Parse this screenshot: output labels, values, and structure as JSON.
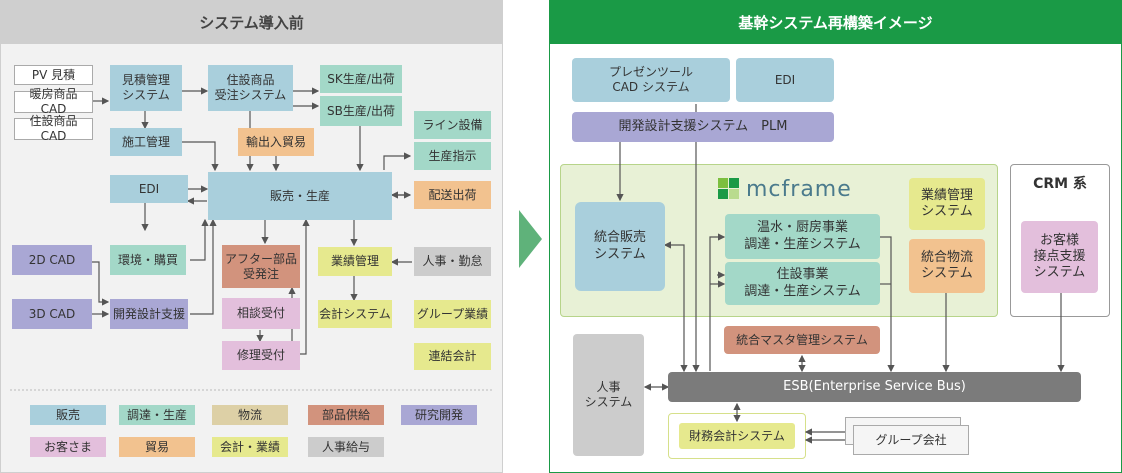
{
  "left": {
    "title": "システム導入前",
    "boxes": {
      "pv": "PV 見積",
      "danbo": "暖房商品 CAD",
      "jusetsu_cad": "住設商品 CAD",
      "mitsumori": "見積管理\nシステム",
      "jusetsu_order": "住設商品\n受注システム",
      "sk": "SK生産/出荷",
      "sb": "SB生産/出荷",
      "line": "ライン設備",
      "seisan_shiji": "生産指示",
      "sekou": "施工管理",
      "yushutsu": "輸出入貿易",
      "edi": "EDI",
      "hanbai": "販売・生産",
      "haiso": "配送出荷",
      "cad2d": "2D CAD",
      "kankyo": "環境・購買",
      "after": "アフター部品\n受発注",
      "gyoseki": "業績管理",
      "jinji": "人事・勤怠",
      "cad3d": "3D CAD",
      "kaihatsu": "開発設計支援",
      "sodan": "相談受付",
      "kaikei": "会計システム",
      "group": "グループ業績",
      "shuri": "修理受付",
      "renketsu": "連結会計"
    },
    "legend": [
      "販売",
      "調達・生産",
      "物流",
      "部品供給",
      "研究開発",
      "お客さま",
      "貿易",
      "会計・業績",
      "人事給与"
    ]
  },
  "right": {
    "title": "基幹システム再構築イメージ",
    "presen": "プレゼンツール\nCAD システム",
    "edi": "EDI",
    "plm": "開発設計支援システム　PLM",
    "logo": "mcframe",
    "togo_hanbai": "統合販売\nシステム",
    "onsui": "温水・厨房事業\n調達・生産システム",
    "jusetsu": "住設事業\n調達・生産システム",
    "gyoseki": "業績管理\nシステム",
    "butsuryu": "統合物流\nシステム",
    "crm_title": "CRM 系",
    "okyaku": "お客様\n接点支援\nシステム",
    "master": "統合マスタ管理システム",
    "jinji": "人事\nシステム",
    "esb": "ESB(Enterprise Service Bus)",
    "zaimu": "財務会計システム",
    "group": "グループ会社"
  },
  "colors": {
    "header_left": "#cfcfcf",
    "header_right": "#1a9a46",
    "arrow": "#5fb27a"
  }
}
